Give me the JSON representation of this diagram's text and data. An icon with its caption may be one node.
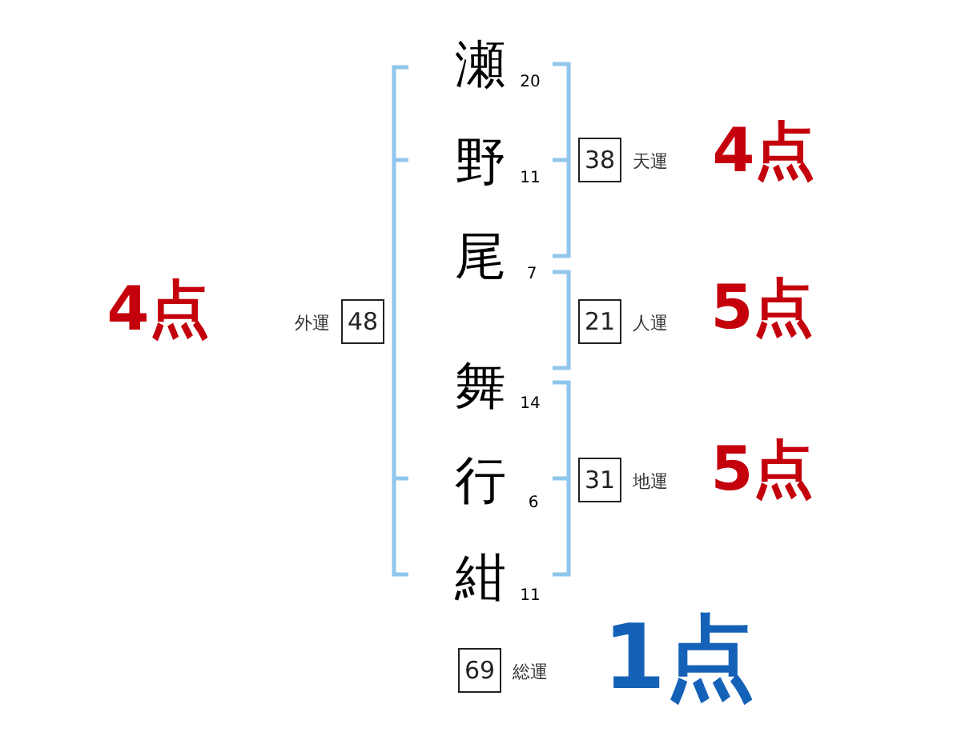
{
  "diagram": {
    "nodes": [
      {
        "text": [
          "38"
        ],
        "beside": [
          "天運"
        ]
      },
      {
        "text": [
          "48"
        ],
        "beside": [
          "外運"
        ]
      },
      {
        "text": [
          "21"
        ],
        "beside": [
          "人運"
        ]
      },
      {
        "text": [
          "31"
        ],
        "beside": [
          "地運"
        ]
      },
      {
        "text": [
          "69"
        ],
        "beside": [
          "総運"
        ]
      }
    ],
    "labels": [
      "瀬",
      "20",
      "4点",
      "野",
      "11",
      "尾",
      "7",
      "4点",
      "5点",
      "舞",
      "14",
      "5点",
      "行",
      "6",
      "紺",
      "11",
      "1点"
    ]
  }
}
